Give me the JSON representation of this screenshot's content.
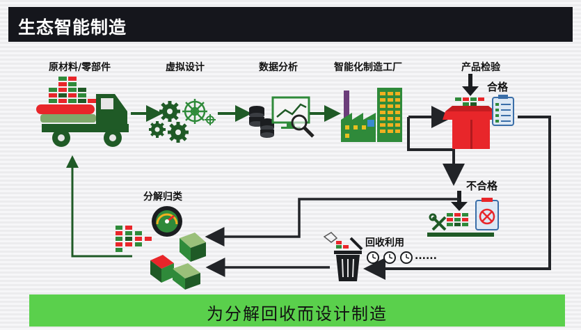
{
  "title": "生态智能制造",
  "steps": {
    "materials": "原材料/零部件",
    "virtual_design": "虚拟设计",
    "data_analysis": "数据分析",
    "smart_factory": "智能化制造工厂",
    "inspection": "产品检验",
    "pass": "合格",
    "fail": "不合格",
    "disassembly": "分解归类",
    "recycle": "回收利用",
    "dots": "......"
  },
  "footer": "为分解回收而设计制造",
  "colors": {
    "dark_green": "#1f5a26",
    "green": "#2f8a3a",
    "red": "#e8262a",
    "footer_green": "#5ad04c",
    "arrow_dark": "#222428"
  },
  "icons": [
    "truck-icon",
    "gears-icon",
    "analytics-icon",
    "factory-icon",
    "box-icon",
    "checklist-icon",
    "wrench-icon",
    "reject-clipboard-icon",
    "speedometer-icon",
    "cubes-icon",
    "trash-can-icon",
    "clock-icon"
  ]
}
